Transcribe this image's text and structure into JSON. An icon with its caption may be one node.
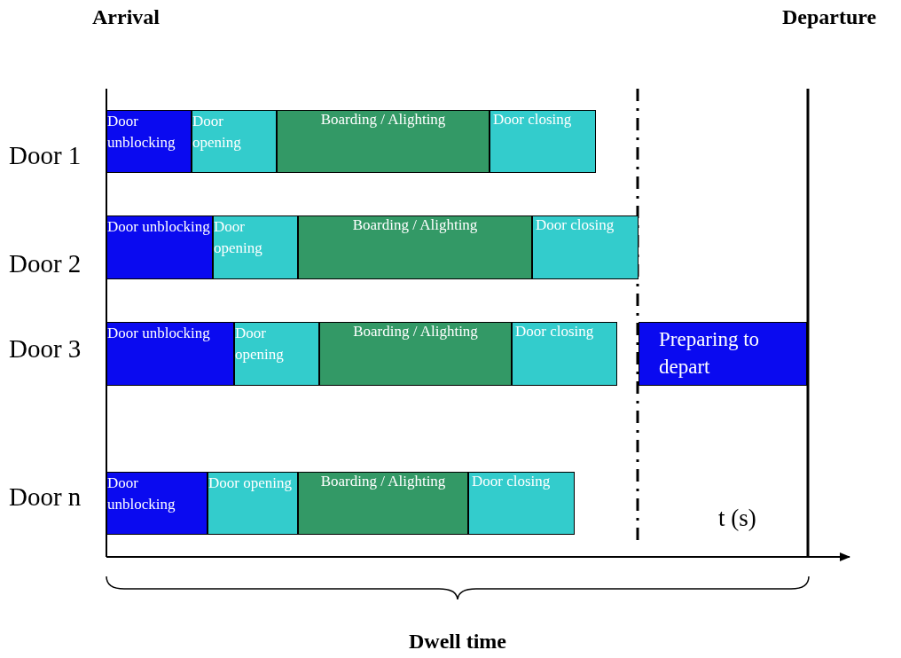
{
  "diagram": {
    "nodes": [
      {
        "text": [
          "Door unblocking"
        ]
      },
      {
        "text": [
          "Door opening"
        ]
      },
      {
        "text": [
          "Boarding / Alighting"
        ]
      },
      {
        "text": [
          "Door closing"
        ]
      },
      {
        "text": [
          "Door unblocking"
        ]
      },
      {
        "text": [
          "Door opening"
        ]
      },
      {
        "text": [
          "Boarding / Alighting"
        ]
      },
      {
        "text": [
          "Door closing"
        ]
      },
      {
        "text": [
          "Door unblocking"
        ]
      },
      {
        "text": [
          "Door opening"
        ]
      },
      {
        "text": [
          "Boarding / Alighting"
        ]
      },
      {
        "text": [
          "Door closing"
        ]
      },
      {
        "text": [
          "Preparing to depart"
        ]
      },
      {
        "text": [
          "Door unblocking"
        ]
      },
      {
        "text": [
          "Door opening"
        ]
      },
      {
        "text": [
          "Boarding / Alighting"
        ]
      },
      {
        "text": [
          "Door closing"
        ]
      }
    ],
    "labels": [
      "Arrival",
      "Departure",
      "Door 1",
      "Door 2",
      "Door 3",
      "Door n",
      "t (s)",
      "Dwell time"
    ]
  }
}
